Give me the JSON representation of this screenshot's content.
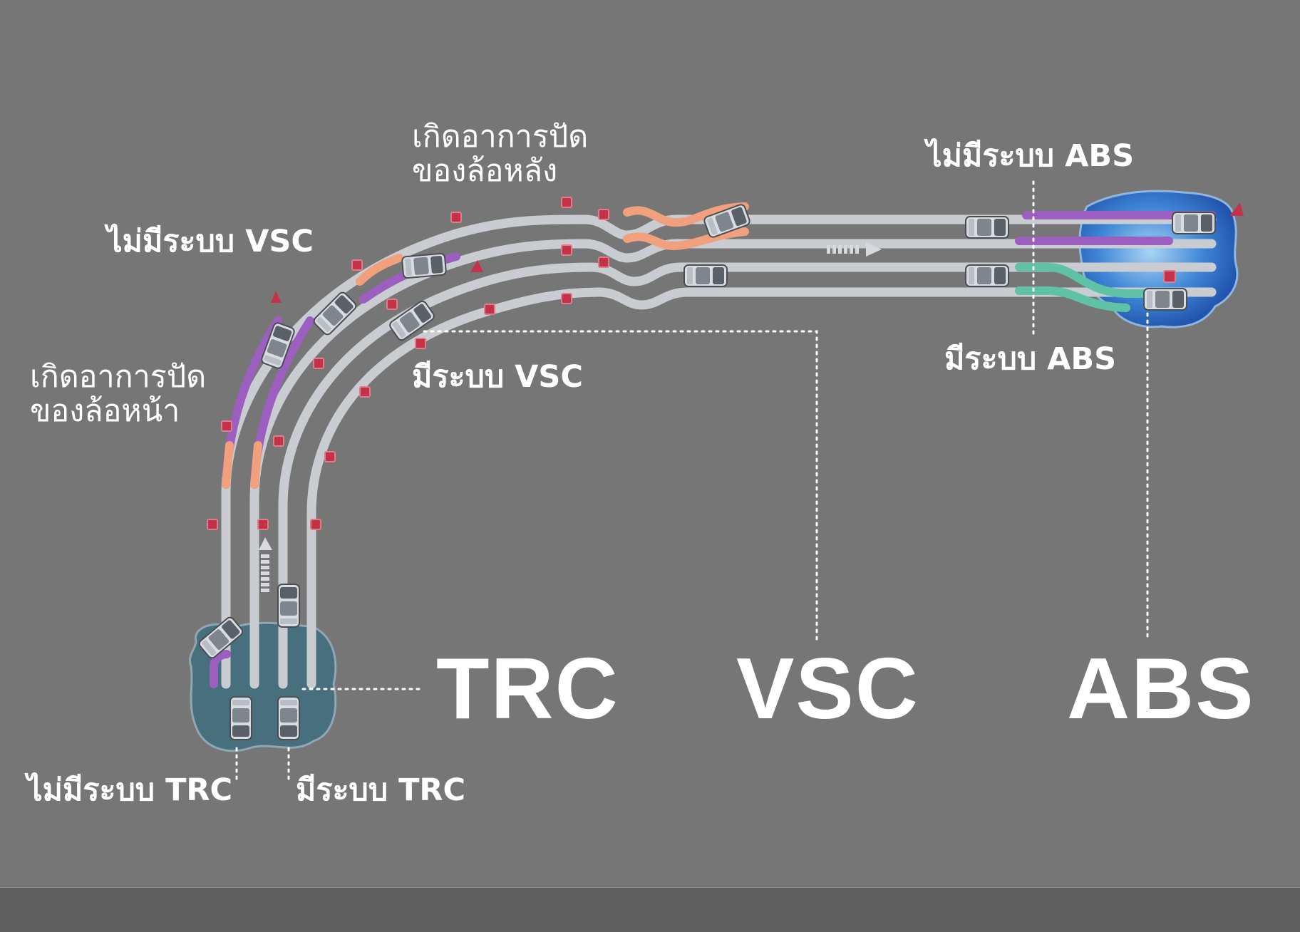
{
  "labels": {
    "rear_skid": [
      "เกิดอาการปัด",
      "ของล้อหลัง"
    ],
    "front_skid": [
      "เกิดอาการปัด",
      "ของล้อหน้า"
    ],
    "no_vsc": "ไม่มีระบบ VSC",
    "with_vsc": "มีระบบ VSC",
    "no_abs": "ไม่มีระบบ ABS",
    "with_abs": "มีระบบ ABS",
    "no_trc": "ไม่มีระบบ TRC",
    "with_trc": "มีระบบ TRC"
  },
  "systems": {
    "trc": "TRC",
    "vsc": "VSC",
    "abs": "ABS"
  },
  "colors": {
    "background": "#767676",
    "track": "#c9cdd2",
    "no_system_path": "#9b5fc0",
    "with_system_path": "#5fc2a6",
    "skid": "#f0a07c",
    "cone": "#c4324a",
    "water_deep": "#2f6fc8",
    "water_shallow": "#476f7e"
  }
}
